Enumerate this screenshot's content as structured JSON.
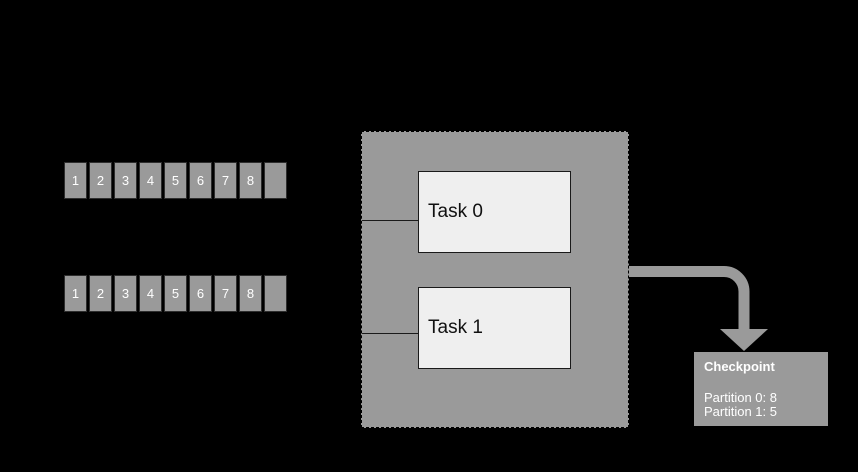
{
  "colors": {
    "background": "#000000",
    "gray_fill": "#9a9a9a",
    "task_fill": "#efefef",
    "dark_border": "#1a1a1a",
    "light_text": "#ffffff",
    "dark_text": "#111111"
  },
  "partitions": [
    {
      "name": "partition-0",
      "cells": [
        "1",
        "2",
        "3",
        "4",
        "5",
        "6",
        "7",
        "8",
        ""
      ]
    },
    {
      "name": "partition-1",
      "cells": [
        "1",
        "2",
        "3",
        "4",
        "5",
        "6",
        "7",
        "8",
        ""
      ]
    }
  ],
  "container": {
    "tasks": [
      {
        "label": "Task 0"
      },
      {
        "label": "Task 1"
      }
    ]
  },
  "checkpoint": {
    "title": "Checkpoint",
    "entries": [
      "Partition 0: 8",
      "Partition 1: 5"
    ]
  }
}
